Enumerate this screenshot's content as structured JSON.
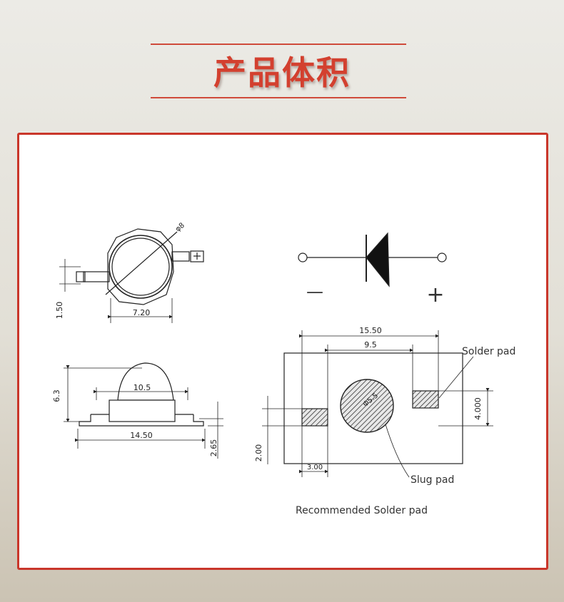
{
  "header": {
    "title": "产品体积"
  },
  "diagram": {
    "top_view": {
      "phi_label": "φ8",
      "width_label": "7.20",
      "height_label": "1.50"
    },
    "symbol": {
      "minus": "—",
      "plus": "+"
    },
    "side_view": {
      "dome_label": "10.5",
      "height_label": "6.3",
      "width_label": "14.50",
      "base_label": "2.65"
    },
    "solder_pad": {
      "outer_width": "15.50",
      "inner_width": "9.5",
      "pad_height": "4.000",
      "slug_height": "2.00",
      "pad_width": "3.00",
      "slug_dia": "Φ5.5",
      "solder_pad_label": "Solder pad",
      "slug_pad_label": "Slug pad",
      "caption": "Recommended Solder pad"
    }
  }
}
